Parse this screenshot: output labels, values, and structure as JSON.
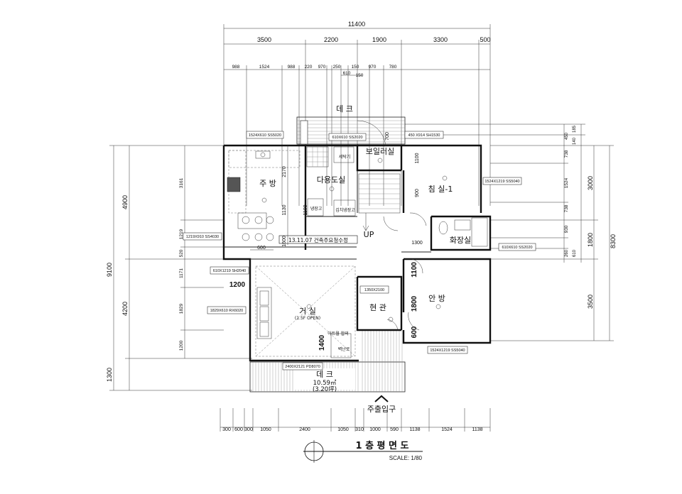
{
  "drawing": {
    "title": "1 층 평 면 도",
    "scale": "SCALE: 1/80"
  },
  "dimensions": {
    "overall_top": "11400",
    "top_row1": [
      "3500",
      "2200",
      "1900",
      "3300",
      "500"
    ],
    "top_row2": [
      "988",
      "1524",
      "988",
      "220",
      "970",
      "250",
      "150",
      "970",
      "780"
    ],
    "top_row3": [
      "610",
      "150"
    ],
    "bottom_row": [
      "300",
      "600",
      "300",
      "1050",
      "2400",
      "1050",
      "310",
      "1000",
      "590",
      "1138",
      "1524",
      "1138"
    ],
    "left_outer": [
      "4900",
      "4200",
      "1300"
    ],
    "left_total": "9100",
    "left_inner": [
      "3161",
      "1219",
      "520",
      "1171",
      "1829",
      "1200"
    ],
    "right_outer": [
      "3000",
      "1800",
      "3500"
    ],
    "right_total": "8300",
    "right_inner": [
      "1524",
      "738",
      "930",
      "738"
    ],
    "right_small": [
      "450",
      "140",
      "185",
      "260",
      "610"
    ],
    "interior": [
      "2170",
      "1130",
      "1600",
      "600",
      "1200",
      "1400",
      "1300",
      "1100",
      "1800",
      "600",
      "700",
      "1100",
      "900",
      "1100"
    ]
  },
  "rooms": {
    "kitchen": "주 방",
    "utility": "다용도실",
    "boiler": "보일러실",
    "bedroom1": "침 실-1",
    "bathroom": "화장실",
    "living": "거 실",
    "living_sub": "(1.5F OPEN)",
    "entrance": "현 관",
    "master": "안 방",
    "deck_top": "데 크",
    "deck_bottom": "데 크",
    "deck_area": "10.59㎡",
    "deck_pyeong": "(3.20坪)",
    "main_entrance": "주출입구"
  },
  "labels": {
    "up": "UP",
    "revision": "13.11.07 건축주요청수정",
    "washer": "세탁기",
    "fridge": "냉장고",
    "kimchi": "김치냉장고",
    "note_a": "아트월 합의",
    "note_b": "벽난로"
  },
  "windows": {
    "w1": "1524X610  SS5020",
    "w2": "610X610  SS2020",
    "w3": "450 X914 SH1530",
    "w4": "1524X1219 SS5040",
    "w5": "1219X910 SS4030",
    "w6": "610X610  SS2020",
    "w7": "610X1219 SH2040",
    "w8": "1829X610  RX6020",
    "w9": "1350X2100",
    "w10": "1524X1219 SS5040",
    "w11": "2400X2121 PD8070"
  }
}
